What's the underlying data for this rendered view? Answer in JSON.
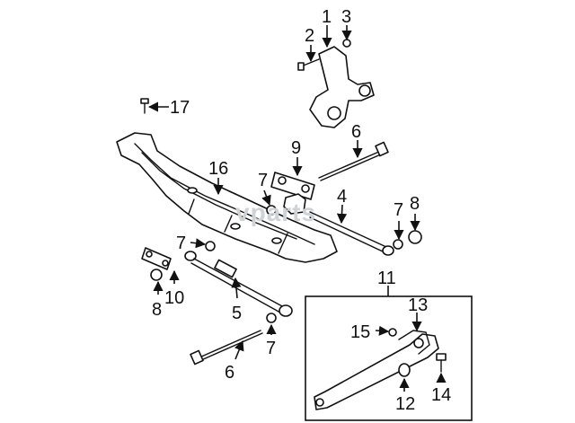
{
  "watermark": "vparts",
  "callouts": [
    {
      "id": "c1",
      "text": "1"
    },
    {
      "id": "c2",
      "text": "2"
    },
    {
      "id": "c3",
      "text": "3"
    },
    {
      "id": "c4",
      "text": "4"
    },
    {
      "id": "c5",
      "text": "5"
    },
    {
      "id": "c6a",
      "text": "6"
    },
    {
      "id": "c6b",
      "text": "6"
    },
    {
      "id": "c7a",
      "text": "7"
    },
    {
      "id": "c7b",
      "text": "7"
    },
    {
      "id": "c7c",
      "text": "7"
    },
    {
      "id": "c7d",
      "text": "7"
    },
    {
      "id": "c8a",
      "text": "8"
    },
    {
      "id": "c8b",
      "text": "8"
    },
    {
      "id": "c9",
      "text": "9"
    },
    {
      "id": "c10",
      "text": "10"
    },
    {
      "id": "c11",
      "text": "11"
    },
    {
      "id": "c12",
      "text": "12"
    },
    {
      "id": "c13",
      "text": "13"
    },
    {
      "id": "c14",
      "text": "14"
    },
    {
      "id": "c15",
      "text": "15"
    },
    {
      "id": "c16",
      "text": "16"
    },
    {
      "id": "c17",
      "text": "17"
    }
  ]
}
